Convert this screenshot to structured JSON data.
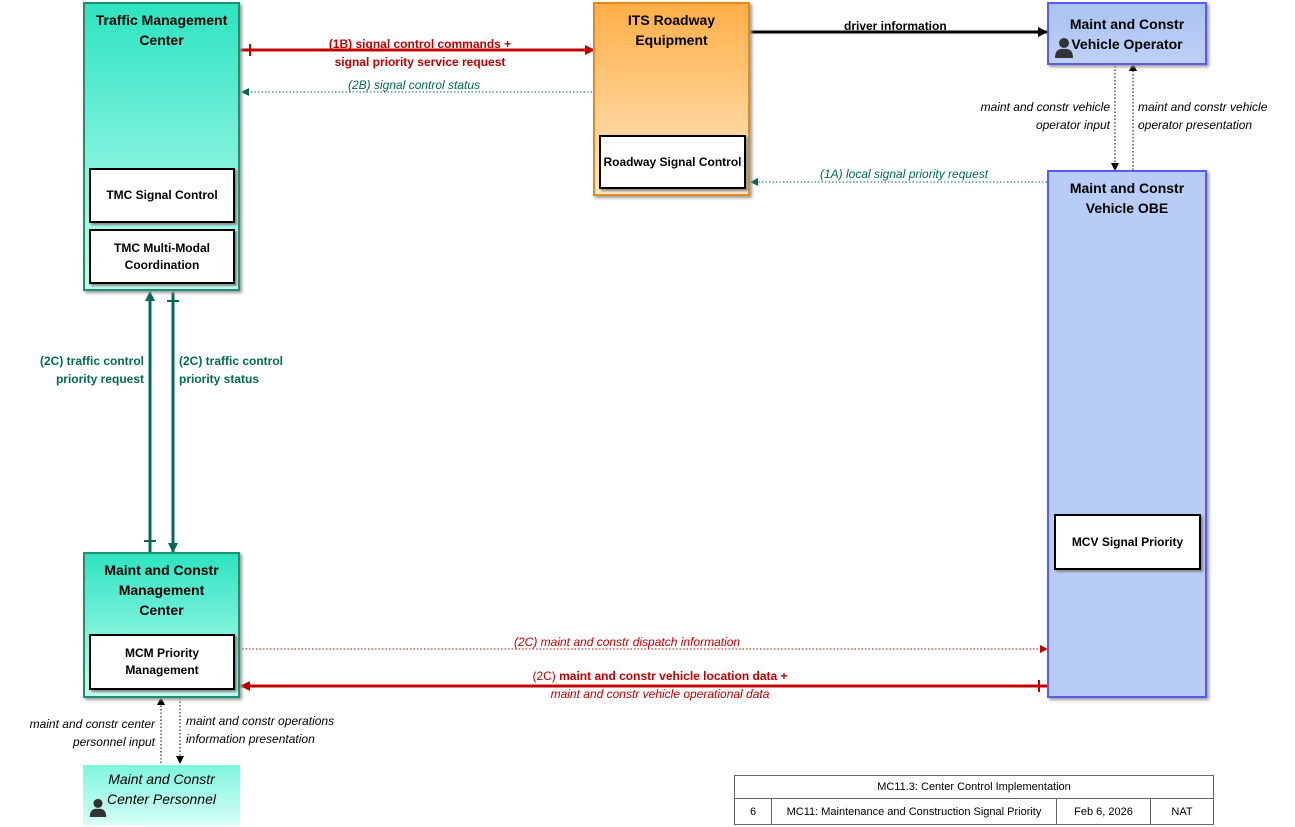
{
  "entities": {
    "tmc": {
      "title": "Traffic Management Center",
      "functions": [
        "TMC Signal Control",
        "TMC Multi-Modal Coordination"
      ]
    },
    "its": {
      "title": "ITS Roadway Equipment",
      "functions": [
        "Roadway Signal Control"
      ]
    },
    "operator": {
      "title": "Maint and Constr Vehicle Operator"
    },
    "obe": {
      "title": "Maint and Constr Vehicle OBE",
      "functions": [
        "MCV Signal Priority"
      ]
    },
    "mcm": {
      "title": "Maint and Constr Management Center",
      "functions": [
        "MCM Priority Management"
      ]
    },
    "personnel": {
      "title": "Maint and Constr Center Personnel"
    }
  },
  "flows": {
    "f1b_line1": "(1B) signal control commands +",
    "f1b_line2": "signal priority service request",
    "f2b": "(2B) signal control status",
    "driver_info": "driver information",
    "op_input_1": "maint and constr vehicle",
    "op_input_2": "operator input",
    "op_pres_1": "maint and constr vehicle",
    "op_pres_2": "operator presentation",
    "f1a": "(1A) local signal priority request",
    "f2c_req_1": "(2C) traffic control",
    "f2c_req_2": "priority request",
    "f2c_stat_1": "(2C) traffic control",
    "f2c_stat_2": "priority status",
    "f2c_dispatch": "(2C) maint and constr dispatch information",
    "f2c_loc_prefix": "(2C) ",
    "f2c_loc_bold": "maint and constr vehicle location data +",
    "f2c_loc_line2": "maint and constr vehicle operational data",
    "pers_input_1": "maint and constr center",
    "pers_input_2": "personnel input",
    "ops_pres_1": "maint and constr operations",
    "ops_pres_2": "information presentation"
  },
  "footer": {
    "title": "MC11.3: Center Control Implementation",
    "page": "6",
    "package": "MC11: Maintenance and Construction Signal Priority",
    "date": "Feb 6, 2026",
    "org": "NAT"
  },
  "colors": {
    "red": "#c00000",
    "green": "#006a55",
    "black": "#000000",
    "teal_border": "#1e8f6f",
    "blue_border": "#5a5af0",
    "orange_border": "#e48a1c"
  }
}
